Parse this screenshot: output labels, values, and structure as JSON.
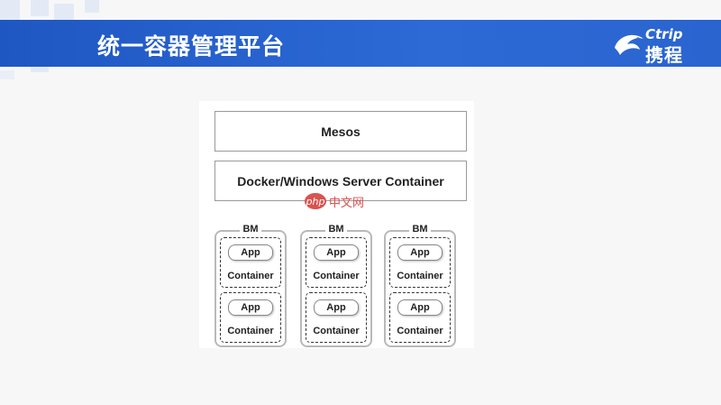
{
  "slide": {
    "title": "统一容器管理平台",
    "brand": {
      "name_en": "Ctrip",
      "name_cn": "携程"
    }
  },
  "diagram": {
    "layers": [
      "Mesos",
      "Docker/Windows Server Container"
    ],
    "hosts": [
      {
        "label": "BM",
        "containers": [
          {
            "app": "App",
            "label": "Container"
          },
          {
            "app": "App",
            "label": "Container"
          }
        ]
      },
      {
        "label": "BM",
        "containers": [
          {
            "app": "App",
            "label": "Container"
          },
          {
            "app": "App",
            "label": "Container"
          }
        ]
      },
      {
        "label": "BM",
        "containers": [
          {
            "app": "App",
            "label": "Container"
          },
          {
            "app": "App",
            "label": "Container"
          }
        ]
      }
    ]
  },
  "watermark": {
    "badge": "php",
    "text": "中文网"
  },
  "colors": {
    "header": "#2d6ad6",
    "tiles": "#e3eaf6",
    "watermark": "#d9534f"
  }
}
